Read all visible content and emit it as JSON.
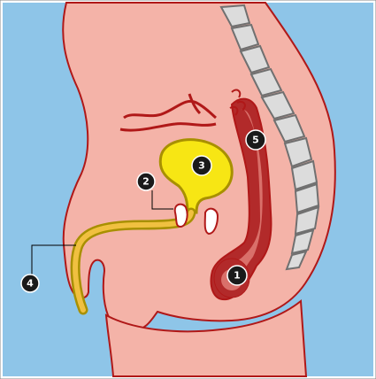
{
  "colors": {
    "background": "#8ec5e8",
    "frame": "#ffffff",
    "border": "#8a8a8a",
    "skin": "#f4b3a8",
    "skin_outline": "#b01818",
    "organ_yellow": "#f7e614",
    "organ_outline": "#a89000",
    "urethra": "#f0c040",
    "rectum_dark": "#b22a2a",
    "rectum_light": "#d9706a",
    "spine_fill": "#dcdcdc",
    "spine_outline": "#707070",
    "marker_fill": "#1a1a1a",
    "marker_text": "#ffffff",
    "leader_line": "#000000"
  },
  "markers": [
    {
      "id": "1",
      "label": "1"
    },
    {
      "id": "2",
      "label": "2"
    },
    {
      "id": "3",
      "label": "3"
    },
    {
      "id": "4",
      "label": "4"
    },
    {
      "id": "5",
      "label": "5"
    }
  ]
}
